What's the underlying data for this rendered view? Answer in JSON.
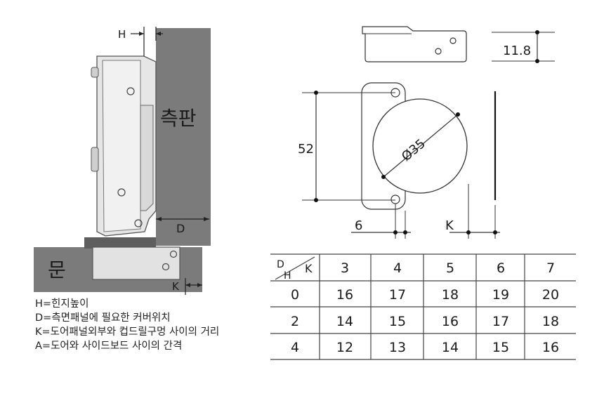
{
  "side_view": {
    "label_side_panel": "측판",
    "label_door": "문",
    "dim_h": "H",
    "dim_d": "D",
    "dim_k": "K"
  },
  "top_view": {
    "dim_height": "11.8"
  },
  "cup_view": {
    "dim_cup_diameter": "Ø35",
    "dim_hole_spacing": "52",
    "dim_offset": "6",
    "dim_k": "K"
  },
  "legend": {
    "h": "H=힌지높이",
    "d": "D=측면패널에 필요한 커버위치",
    "k": "K=도어패널외부와 컵드릴구멍 사이의 거리",
    "a": "A=도어와 사이드보드 사이의 간격"
  },
  "table": {
    "corner_d": "D",
    "corner_h": "H",
    "corner_k": "K",
    "header": [
      "3",
      "4",
      "5",
      "6",
      "7"
    ],
    "rows": [
      {
        "h": "0",
        "values": [
          "16",
          "17",
          "18",
          "19",
          "20"
        ]
      },
      {
        "h": "2",
        "values": [
          "14",
          "15",
          "16",
          "17",
          "18"
        ]
      },
      {
        "h": "4",
        "values": [
          "12",
          "13",
          "14",
          "15",
          "16"
        ]
      }
    ]
  }
}
